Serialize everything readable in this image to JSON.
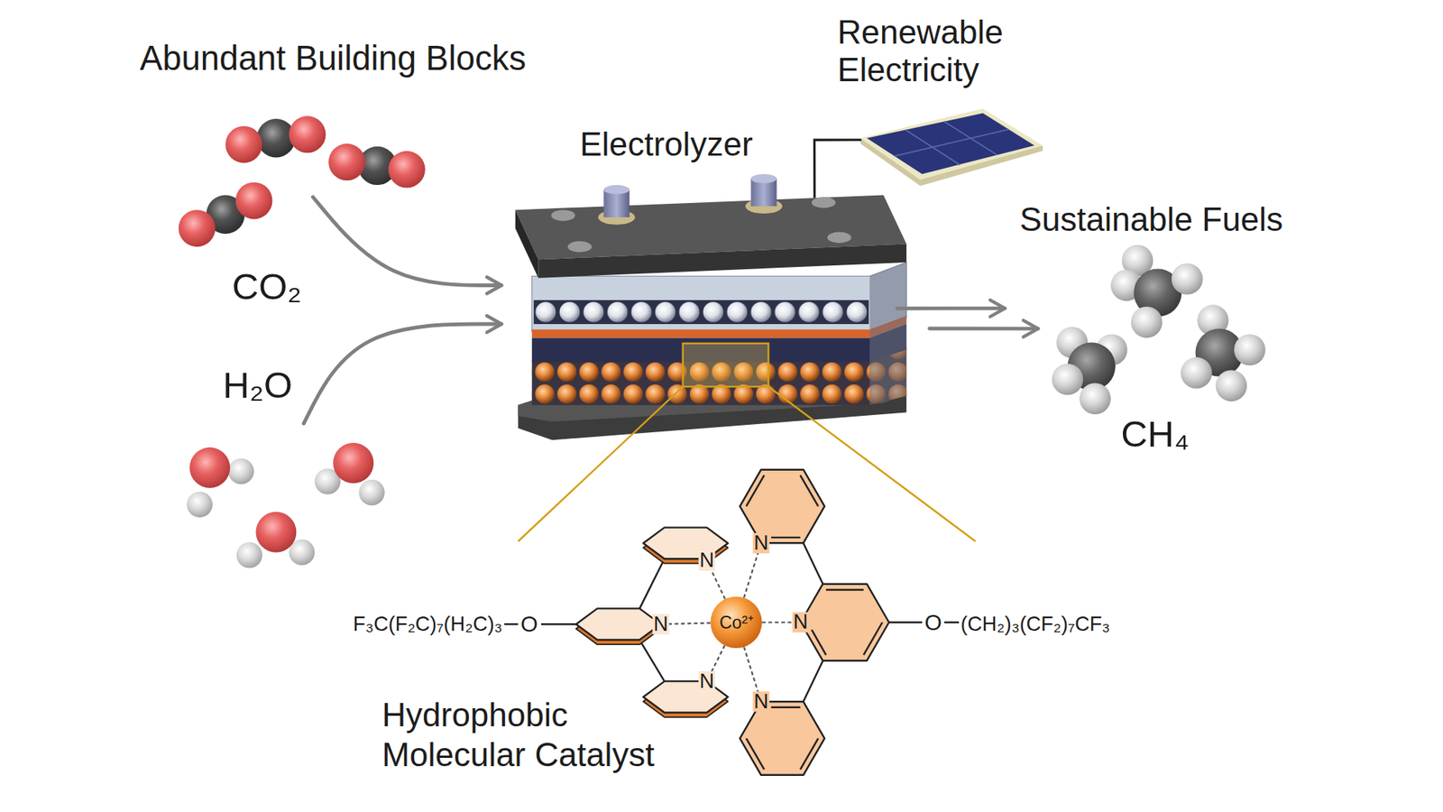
{
  "diagram": {
    "nodes": [
      {
        "text": [
          "CO₂"
        ]
      },
      {
        "text": [
          "H₂O"
        ]
      },
      {
        "text": [
          "Electrolyzer"
        ]
      },
      {
        "text": [
          "Renewable Electricity"
        ]
      },
      {
        "text": [
          "Sustainable Fuels",
          "CH₄"
        ]
      }
    ],
    "edges": [
      {
        "from": 0,
        "to": 2,
        "arrow": "to"
      },
      {
        "from": 1,
        "to": 2,
        "arrow": "to"
      },
      {
        "from": 2,
        "to": 4,
        "arrow": "to"
      },
      {
        "from": 2,
        "to": 4,
        "arrow": "to"
      },
      {
        "from": 3,
        "to": 2,
        "arrow": "none"
      }
    ],
    "labels": [
      "Abundant Building Blocks",
      "Hydrophobic Molecular Catalyst",
      "F₃C(F₂C)₇(H₂C)₃",
      "O",
      "N",
      "N",
      "N",
      "Co²⁺",
      "N",
      "N",
      "N",
      "O",
      "(CH₂)₃(CF₂)₇CF₃"
    ]
  }
}
